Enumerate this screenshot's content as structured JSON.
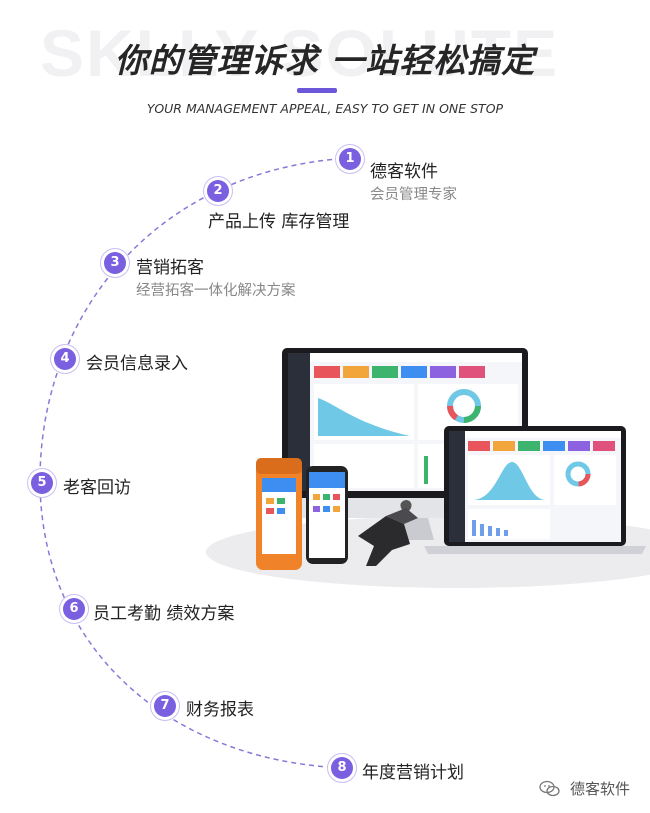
{
  "header": {
    "watermark_text": "SKLLY SOLUTE",
    "title": "你的管理诉求 一站轻松搞定",
    "subtitle": "YOUR MANAGEMENT APPEAL, EASY TO GET IN ONE STOP"
  },
  "steps": [
    {
      "num": "1",
      "label": "德客软件",
      "sub": "会员管理专家"
    },
    {
      "num": "2",
      "label": "产品上传 库存管理",
      "sub": ""
    },
    {
      "num": "3",
      "label": "营销拓客",
      "sub": "经营拓客一体化解决方案"
    },
    {
      "num": "4",
      "label": "会员信息录入",
      "sub": ""
    },
    {
      "num": "5",
      "label": "老客回访",
      "sub": ""
    },
    {
      "num": "6",
      "label": "员工考勤 绩效方案",
      "sub": ""
    },
    {
      "num": "7",
      "label": "财务报表",
      "sub": ""
    },
    {
      "num": "8",
      "label": "年度营销计划",
      "sub": ""
    }
  ],
  "footer": {
    "watermark_label": "德客软件"
  },
  "colors": {
    "accent": "#7a5fe0",
    "arc": "#8a78d8",
    "device_orange": "#f0822a"
  }
}
